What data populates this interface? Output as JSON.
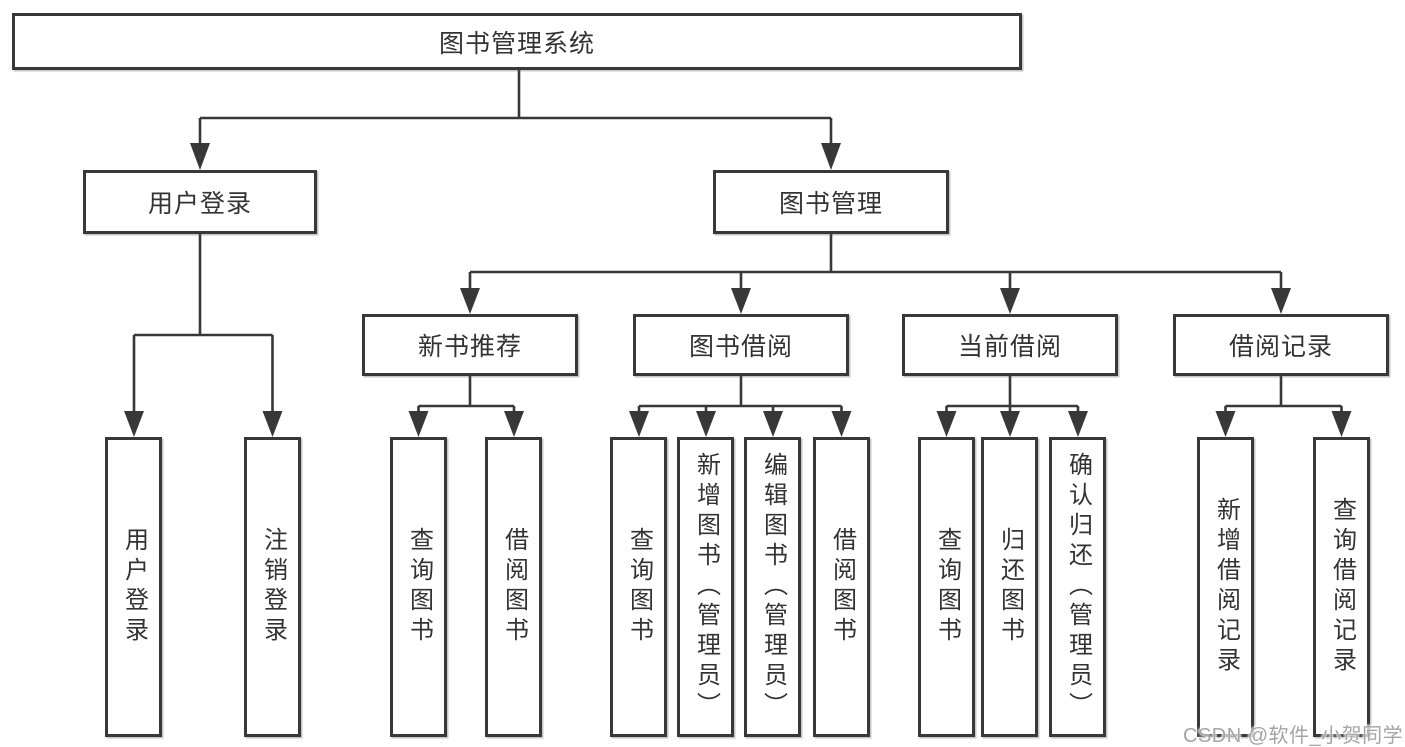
{
  "nodes": {
    "root": "图书管理系统",
    "user_login": "用户登录",
    "book_mgmt": "图书管理",
    "new_book_rec": "新书推荐",
    "book_borrow": "图书借阅",
    "current_borrow": "当前借阅",
    "borrow_records": "借阅记录",
    "leaf_user_login": "用户登录",
    "leaf_logout": "注销登录",
    "leaf_rec_query": "查询图书",
    "leaf_rec_borrow": "借阅图书",
    "leaf_bb_query": "查询图书",
    "leaf_bb_add": "新增图书（管理员）",
    "leaf_bb_edit": "编辑图书（管理员）",
    "leaf_bb_borrow": "借阅图书",
    "leaf_cb_query": "查询图书",
    "leaf_cb_return": "归还图书",
    "leaf_cb_confirm": "确认归还（管理员）",
    "leaf_br_add": "新增借阅记录",
    "leaf_br_query": "查询借阅记录"
  },
  "watermark": "CSDN @软件_小贺同学",
  "colors": {
    "line": "#383838",
    "box_border": "#383838",
    "text": "#333333",
    "watermark_text": "#a5a5a5",
    "background": "#ffffff"
  }
}
